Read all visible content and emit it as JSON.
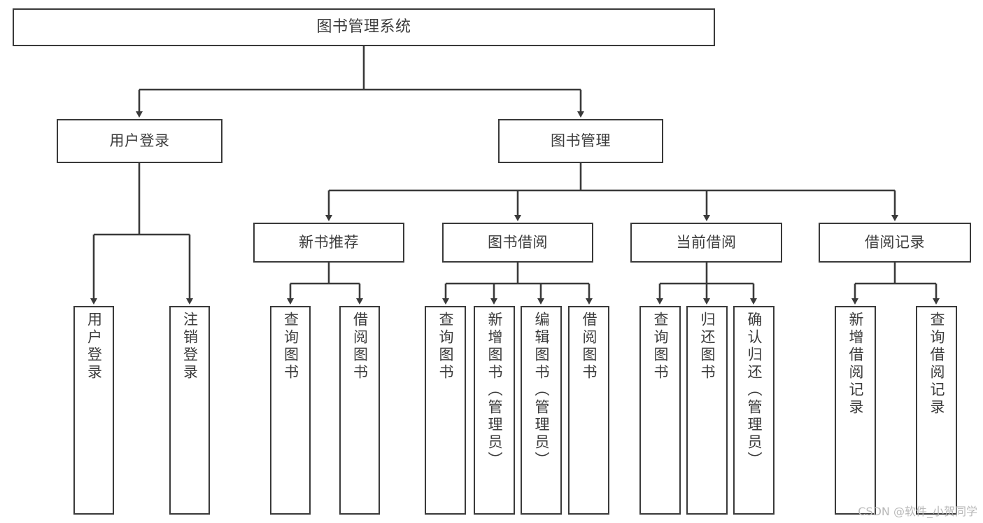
{
  "diagram": {
    "title": "图书管理系统",
    "watermark": "CSDN @软件_小贺同学",
    "colors": {
      "stroke": "#3a3a3a",
      "text": "#3c3c3c",
      "background": "#ffffff",
      "watermark": "#b9b9b9"
    },
    "nodes": {
      "root": {
        "label": "图书管理系统"
      },
      "level2": [
        {
          "label": "用户登录"
        },
        {
          "label": "图书管理"
        }
      ],
      "level3": [
        {
          "label": "新书推荐"
        },
        {
          "label": "图书借阅"
        },
        {
          "label": "当前借阅"
        },
        {
          "label": "借阅记录"
        }
      ],
      "leaves": {
        "user_login": [
          {
            "label": "用户登录"
          },
          {
            "label": "注销登录"
          }
        ],
        "new_book": [
          {
            "label": "查询图书"
          },
          {
            "label": "借阅图书"
          }
        ],
        "book_borrow": [
          {
            "label": "查询图书"
          },
          {
            "label": "新增图书（管理员）"
          },
          {
            "label": "编辑图书（管理员）"
          },
          {
            "label": "借阅图书"
          }
        ],
        "current_borrow": [
          {
            "label": "查询图书"
          },
          {
            "label": "归还图书"
          },
          {
            "label": "确认归还（管理员）"
          }
        ],
        "borrow_record": [
          {
            "label": "新增借阅记录"
          },
          {
            "label": "查询借阅记录"
          }
        ]
      }
    }
  }
}
